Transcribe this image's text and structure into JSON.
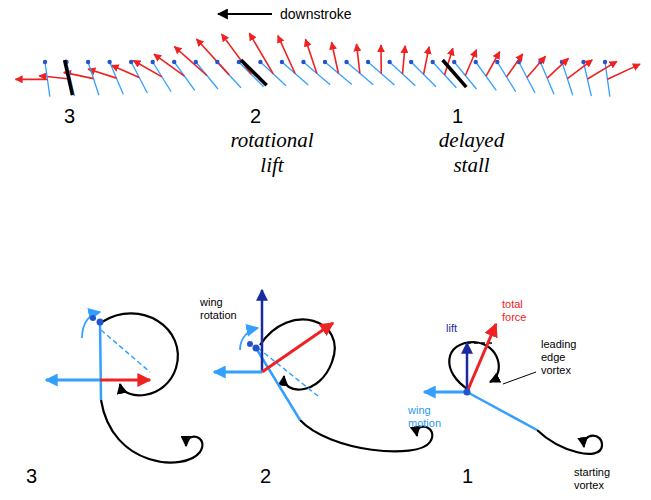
{
  "diagram": {
    "labels": [
      "downstroke",
      "3",
      "2",
      "1",
      "rotational lift",
      "delayed stall",
      "wing rotation",
      "3",
      "total force",
      "lift",
      "leading edge vortex",
      "wing motion",
      "2",
      "starting vortex",
      "1"
    ]
  }
}
